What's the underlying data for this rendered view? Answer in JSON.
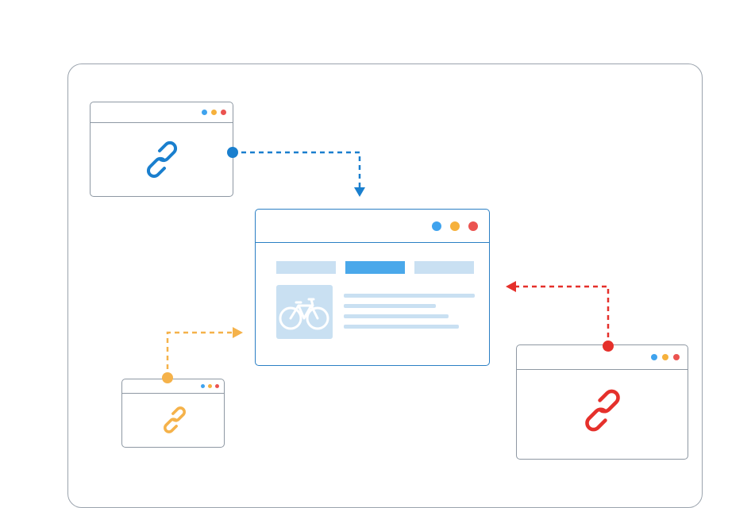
{
  "colors": {
    "blue": "#1a7fce",
    "orange": "#f5b24a",
    "red": "#e5302b",
    "dot_blue": "#3fa3ee",
    "dot_orange": "#f6b13c",
    "dot_red": "#eb5350",
    "placeholder_light": "#c9e0f2",
    "placeholder_active": "#4aa8ea",
    "frame_border": "#9aa3ad"
  },
  "windows": [
    {
      "id": "top-left-source",
      "icon": "link-icon",
      "accent": "blue"
    },
    {
      "id": "bottom-left-source",
      "icon": "link-icon",
      "accent": "orange"
    },
    {
      "id": "right-source",
      "icon": "link-icon",
      "accent": "red"
    },
    {
      "id": "target-page",
      "icon": "bicycle-icon",
      "accent": "blue"
    }
  ],
  "target_page": {
    "tabs": [
      "tab",
      "tab-active",
      "tab"
    ],
    "image_icon": "bicycle-icon",
    "text_lines": 4
  },
  "connections": [
    {
      "from": "top-left-source",
      "to": "target-page",
      "color": "blue",
      "style": "dashed"
    },
    {
      "from": "bottom-left-source",
      "to": "target-page",
      "color": "orange",
      "style": "dashed"
    },
    {
      "from": "right-source",
      "to": "target-page",
      "color": "red",
      "style": "dashed"
    }
  ]
}
